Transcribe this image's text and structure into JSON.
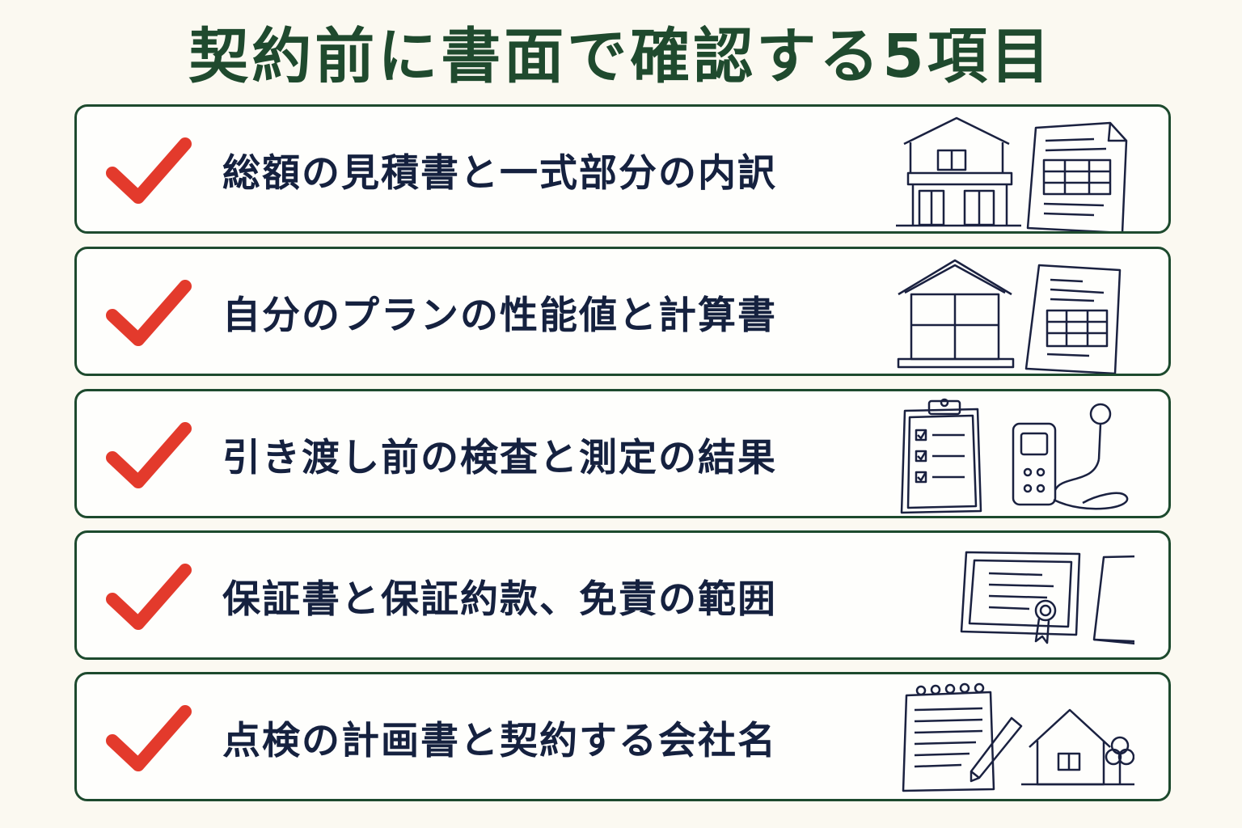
{
  "title": "契約前に書面で確認する5項目",
  "accent_color": "#e33a2c",
  "title_color": "#1f4a2e",
  "text_color": "#15213f",
  "items": [
    {
      "label": "総額の見積書と一式部分の内訳",
      "icons": [
        "house-icon",
        "estimate-document-icon"
      ]
    },
    {
      "label": "自分のプランの性能値と計算書",
      "icons": [
        "house-frame-icon",
        "calculation-sheet-icon"
      ]
    },
    {
      "label": "引き渡し前の検査と測定の結果",
      "icons": [
        "clipboard-checklist-icon",
        "measuring-device-icon"
      ]
    },
    {
      "label": "保証書と保証約款、免責の範囲",
      "icons": [
        "certificate-icon",
        "booklet-icon"
      ]
    },
    {
      "label": "点検の計画書と契約する会社名",
      "icons": [
        "notepad-pen-icon",
        "small-house-tree-icon"
      ]
    }
  ]
}
